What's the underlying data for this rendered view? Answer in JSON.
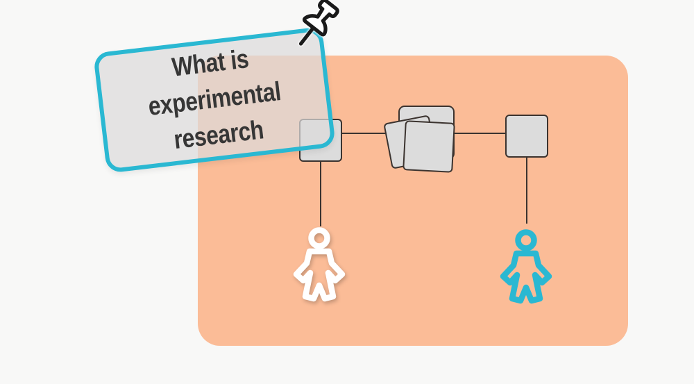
{
  "note_card": {
    "lines": [
      "What is",
      "experimental",
      "research"
    ]
  },
  "icons": {
    "pushpin": "pushpin-icon",
    "participant_left": "person-outline-icon",
    "participant_right": "person-outline-icon"
  },
  "diagram": {
    "elements": [
      "group-box-left",
      "materials-card-stack",
      "group-box-right",
      "participant-left",
      "participant-right"
    ]
  },
  "colors": {
    "background": "#f8f8f7",
    "panel_peach": "#fbbc97",
    "accent_cyan": "#2ab8d2",
    "note_fill": "rgba(220,219,219,0.72)",
    "note_text": "#363636",
    "box_fill": "#dcdcdc",
    "box_border": "#3b332f",
    "participant_left": "#ffffff",
    "participant_right": "#2ab8d2"
  }
}
